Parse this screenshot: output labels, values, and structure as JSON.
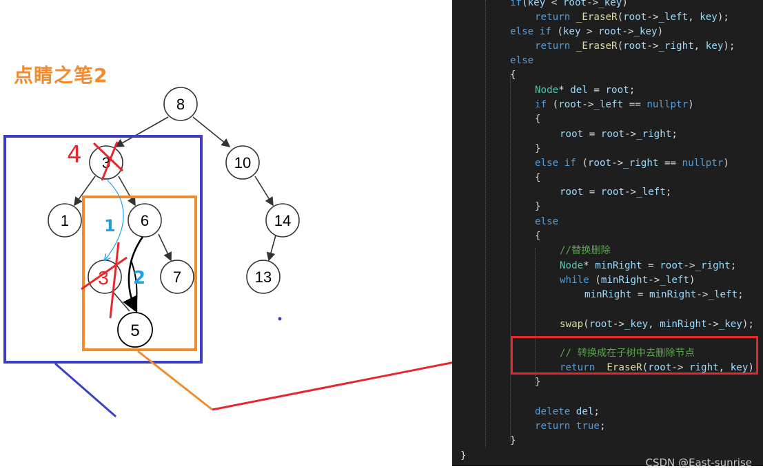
{
  "title": "点睛之笔2",
  "tree": {
    "nodes": [
      {
        "id": "n8",
        "label": "8"
      },
      {
        "id": "n3",
        "label": "3"
      },
      {
        "id": "n10",
        "label": "10"
      },
      {
        "id": "n1",
        "label": "1"
      },
      {
        "id": "n6",
        "label": "6"
      },
      {
        "id": "n14",
        "label": "14"
      },
      {
        "id": "n3b",
        "label": "3"
      },
      {
        "id": "n7",
        "label": "7"
      },
      {
        "id": "n13",
        "label": "13"
      },
      {
        "id": "n5",
        "label": "5"
      }
    ]
  },
  "annotations": {
    "step1": "1",
    "step2": "2",
    "step3": "3",
    "step4": "4"
  },
  "code": [
    [
      [
        "kw",
        "if"
      ],
      [
        "",
        "("
      ],
      [
        "va",
        "key"
      ],
      [
        "",
        " < "
      ],
      [
        "va",
        "root"
      ],
      [
        "",
        "->"
      ],
      [
        "va",
        "_key"
      ],
      [
        "",
        ")"
      ]
    ],
    [
      [
        "",
        ""
      ],
      [
        "kw",
        "return"
      ],
      [
        "",
        " "
      ],
      [
        "fn",
        "_EraseR"
      ],
      [
        "",
        "("
      ],
      [
        "va",
        "root"
      ],
      [
        "",
        "->"
      ],
      [
        "va",
        "_left"
      ],
      [
        "",
        ", "
      ],
      [
        "va",
        "key"
      ],
      [
        "",
        ");"
      ]
    ],
    [
      [
        "kw",
        "else if"
      ],
      [
        "",
        " ("
      ],
      [
        "va",
        "key"
      ],
      [
        "",
        " > "
      ],
      [
        "va",
        "root"
      ],
      [
        "",
        "->"
      ],
      [
        "va",
        "_key"
      ],
      [
        "",
        ")"
      ]
    ],
    [
      [
        "",
        ""
      ],
      [
        "kw",
        "return"
      ],
      [
        "",
        " "
      ],
      [
        "fn",
        "_EraseR"
      ],
      [
        "",
        "("
      ],
      [
        "va",
        "root"
      ],
      [
        "",
        "->"
      ],
      [
        "va",
        "_right"
      ],
      [
        "",
        ", "
      ],
      [
        "va",
        "key"
      ],
      [
        "",
        ");"
      ]
    ],
    [
      [
        "kw",
        "else"
      ]
    ],
    [
      [
        "",
        "{"
      ]
    ],
    [
      [
        "",
        ""
      ],
      [
        "ty",
        "Node"
      ],
      [
        "",
        "* "
      ],
      [
        "va",
        "del"
      ],
      [
        "",
        " = "
      ],
      [
        "va",
        "root"
      ],
      [
        "",
        ";"
      ]
    ],
    [
      [
        "",
        ""
      ],
      [
        "kw",
        "if"
      ],
      [
        "",
        " ("
      ],
      [
        "va",
        "root"
      ],
      [
        "",
        "->"
      ],
      [
        "va",
        "_left"
      ],
      [
        "",
        " == "
      ],
      [
        "kw",
        "nullptr"
      ],
      [
        "",
        ")"
      ]
    ],
    [
      [
        "",
        ""
      ],
      [
        "",
        "{"
      ]
    ],
    [
      [
        "",
        ""
      ],
      [
        "va",
        "root"
      ],
      [
        "",
        " = "
      ],
      [
        "va",
        "root"
      ],
      [
        "",
        "->"
      ],
      [
        "va",
        "_right"
      ],
      [
        "",
        ";"
      ]
    ],
    [
      [
        "",
        ""
      ],
      [
        "",
        "}"
      ]
    ],
    [
      [
        "",
        ""
      ],
      [
        "kw",
        "else if"
      ],
      [
        "",
        " ("
      ],
      [
        "va",
        "root"
      ],
      [
        "",
        "->"
      ],
      [
        "va",
        "_right"
      ],
      [
        "",
        " == "
      ],
      [
        "kw",
        "nullptr"
      ],
      [
        "",
        ")"
      ]
    ],
    [
      [
        "",
        ""
      ],
      [
        "",
        "{"
      ]
    ],
    [
      [
        "",
        ""
      ],
      [
        "va",
        "root"
      ],
      [
        "",
        " = "
      ],
      [
        "va",
        "root"
      ],
      [
        "",
        "->"
      ],
      [
        "va",
        "_left"
      ],
      [
        "",
        ";"
      ]
    ],
    [
      [
        "",
        ""
      ],
      [
        "",
        "}"
      ]
    ],
    [
      [
        "",
        ""
      ],
      [
        "kw",
        "else"
      ]
    ],
    [
      [
        "",
        ""
      ],
      [
        "",
        "{"
      ]
    ],
    [
      [
        "",
        ""
      ],
      [
        "cm",
        "//替换删除"
      ]
    ],
    [
      [
        "",
        ""
      ],
      [
        "ty",
        "Node"
      ],
      [
        "",
        "* "
      ],
      [
        "va",
        "minRight"
      ],
      [
        "",
        " = "
      ],
      [
        "va",
        "root"
      ],
      [
        "",
        "->"
      ],
      [
        "va",
        "_right"
      ],
      [
        "",
        ";"
      ]
    ],
    [
      [
        "",
        ""
      ],
      [
        "kw",
        "while"
      ],
      [
        "",
        " ("
      ],
      [
        "va",
        "minRight"
      ],
      [
        "",
        "->"
      ],
      [
        "va",
        "_left"
      ],
      [
        "",
        ")"
      ]
    ],
    [
      [
        "",
        ""
      ],
      [
        "va",
        "minRight"
      ],
      [
        "",
        " = "
      ],
      [
        "va",
        "minRight"
      ],
      [
        "",
        "->"
      ],
      [
        "va",
        "_left"
      ],
      [
        "",
        ";"
      ]
    ],
    [
      [
        "",
        ""
      ]
    ],
    [
      [
        "",
        ""
      ],
      [
        "fn",
        "swap"
      ],
      [
        "",
        "("
      ],
      [
        "va",
        "root"
      ],
      [
        "",
        "->"
      ],
      [
        "va",
        "_key"
      ],
      [
        "",
        ", "
      ],
      [
        "va",
        "minRight"
      ],
      [
        "",
        "->"
      ],
      [
        "va",
        "_key"
      ],
      [
        "",
        ");"
      ]
    ],
    [
      [
        "",
        ""
      ]
    ],
    [
      [
        "",
        ""
      ],
      [
        "cm",
        "// 转换成在子树中去删除节点"
      ]
    ],
    [
      [
        "",
        ""
      ],
      [
        "kw",
        "return"
      ],
      [
        "",
        " "
      ],
      [
        "fn",
        "_EraseR"
      ],
      [
        "",
        "("
      ],
      [
        "va",
        "root"
      ],
      [
        "",
        "->"
      ],
      [
        "va",
        "_right"
      ],
      [
        "",
        ", "
      ],
      [
        "va",
        "key"
      ],
      [
        "",
        ");"
      ]
    ],
    [
      [
        "",
        ""
      ],
      [
        "",
        "}"
      ]
    ],
    [
      [
        "",
        ""
      ]
    ],
    [
      [
        "",
        ""
      ],
      [
        "kw",
        "delete"
      ],
      [
        "",
        " "
      ],
      [
        "va",
        "del"
      ],
      [
        "",
        ";"
      ]
    ],
    [
      [
        "",
        ""
      ],
      [
        "kw",
        "return"
      ],
      [
        "",
        " "
      ],
      [
        "kw",
        "true"
      ],
      [
        "",
        ";"
      ]
    ],
    [
      [
        "",
        ""
      ],
      [
        "",
        "}"
      ]
    ],
    [
      [
        "",
        "}"
      ]
    ]
  ],
  "watermark": "CSDN @East-sunrise",
  "colors": {
    "title": "#f28a2e",
    "blue_box": "#3c3fc4",
    "orange_box": "#f28a2e",
    "red": "#e8262c",
    "cyan": "#1ea0e6"
  }
}
